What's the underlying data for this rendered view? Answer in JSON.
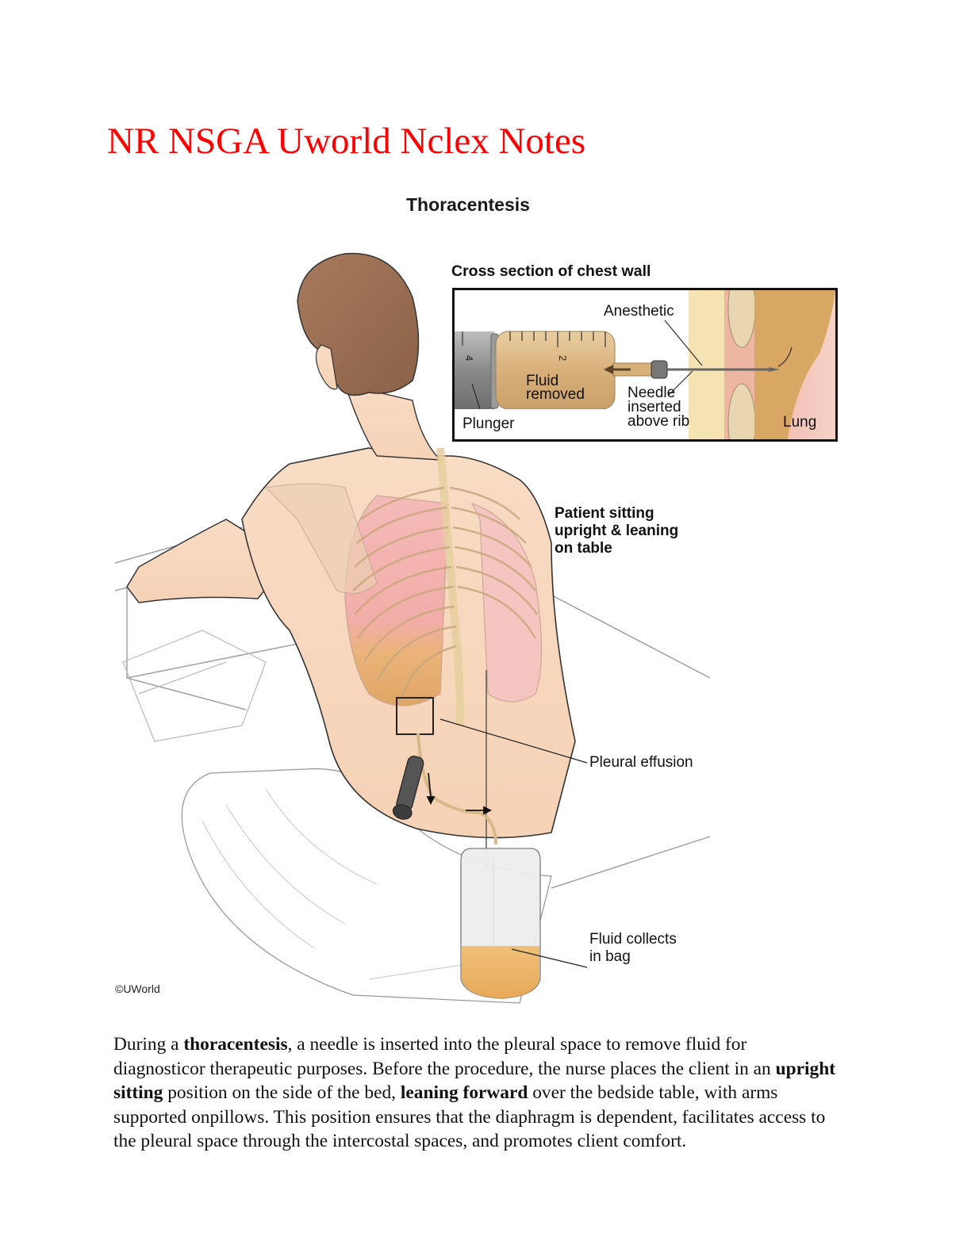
{
  "document": {
    "title": "NR NSGA  Uworld Nclex Notes",
    "title_color": "#ff0000"
  },
  "figure": {
    "title": "Thoracentesis",
    "inset": {
      "title": "Cross section of chest wall",
      "labels": {
        "anesthetic": "Anesthetic",
        "fluid_removed_1": "Fluid",
        "fluid_removed_2": "removed",
        "needle_1": "Needle",
        "needle_2": "inserted",
        "needle_3": "above rib",
        "plunger": "Plunger",
        "lung": "Lung",
        "scale_4": "4",
        "scale_2": "2"
      }
    },
    "labels": {
      "patient_1": "Patient sitting",
      "patient_2": "upright & leaning",
      "patient_3": "on table",
      "pleural_effusion": "Pleural effusion",
      "fluid_collects_1": "Fluid collects",
      "fluid_collects_2": "in bag"
    },
    "copyright": "©UWorld"
  },
  "body": {
    "segments": [
      {
        "text": "During a ",
        "bold": false
      },
      {
        "text": "thoracentesis",
        "bold": true
      },
      {
        "text": ", a needle is inserted into the pleural space to remove fluid for diagnosticor therapeutic purposes. Before the procedure, the nurse places the client in an ",
        "bold": false
      },
      {
        "text": "upright sitting",
        "bold": true
      },
      {
        "text": " position on the side of the bed, ",
        "bold": false
      },
      {
        "text": "leaning forward",
        "bold": true
      },
      {
        "text": " over the bedside table, with arms supported onpillows. This position ensures that the diaphragm is dependent, facilitates access to the pleural space through the intercostal spaces, and promotes client comfort.",
        "bold": false
      }
    ]
  }
}
